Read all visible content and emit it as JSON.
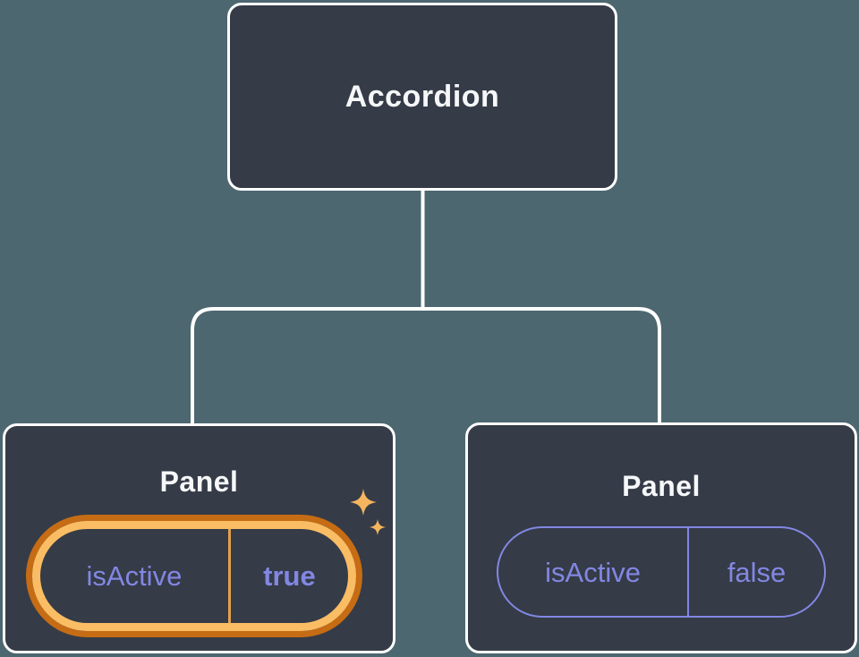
{
  "diagram": {
    "title": "Accordion component tree with panel state",
    "background_color": "#4d6770",
    "node_fill": "#353b47",
    "node_border_color": "#ffffff",
    "connector_color": "#ffffff",
    "state_text_color": "#8287e2",
    "highlight_ring_outer_color": "#c56c14",
    "highlight_ring_inner_color": "#fabd64",
    "highlight_divider_color": "#e2a14f",
    "sparkle_color": "#f5b55e",
    "root": {
      "label": "Accordion"
    },
    "children": [
      {
        "label": "Panel",
        "highlighted": true,
        "state": {
          "key": "isActive",
          "value": "true"
        }
      },
      {
        "label": "Panel",
        "highlighted": false,
        "state": {
          "key": "isActive",
          "value": "false"
        }
      }
    ]
  }
}
